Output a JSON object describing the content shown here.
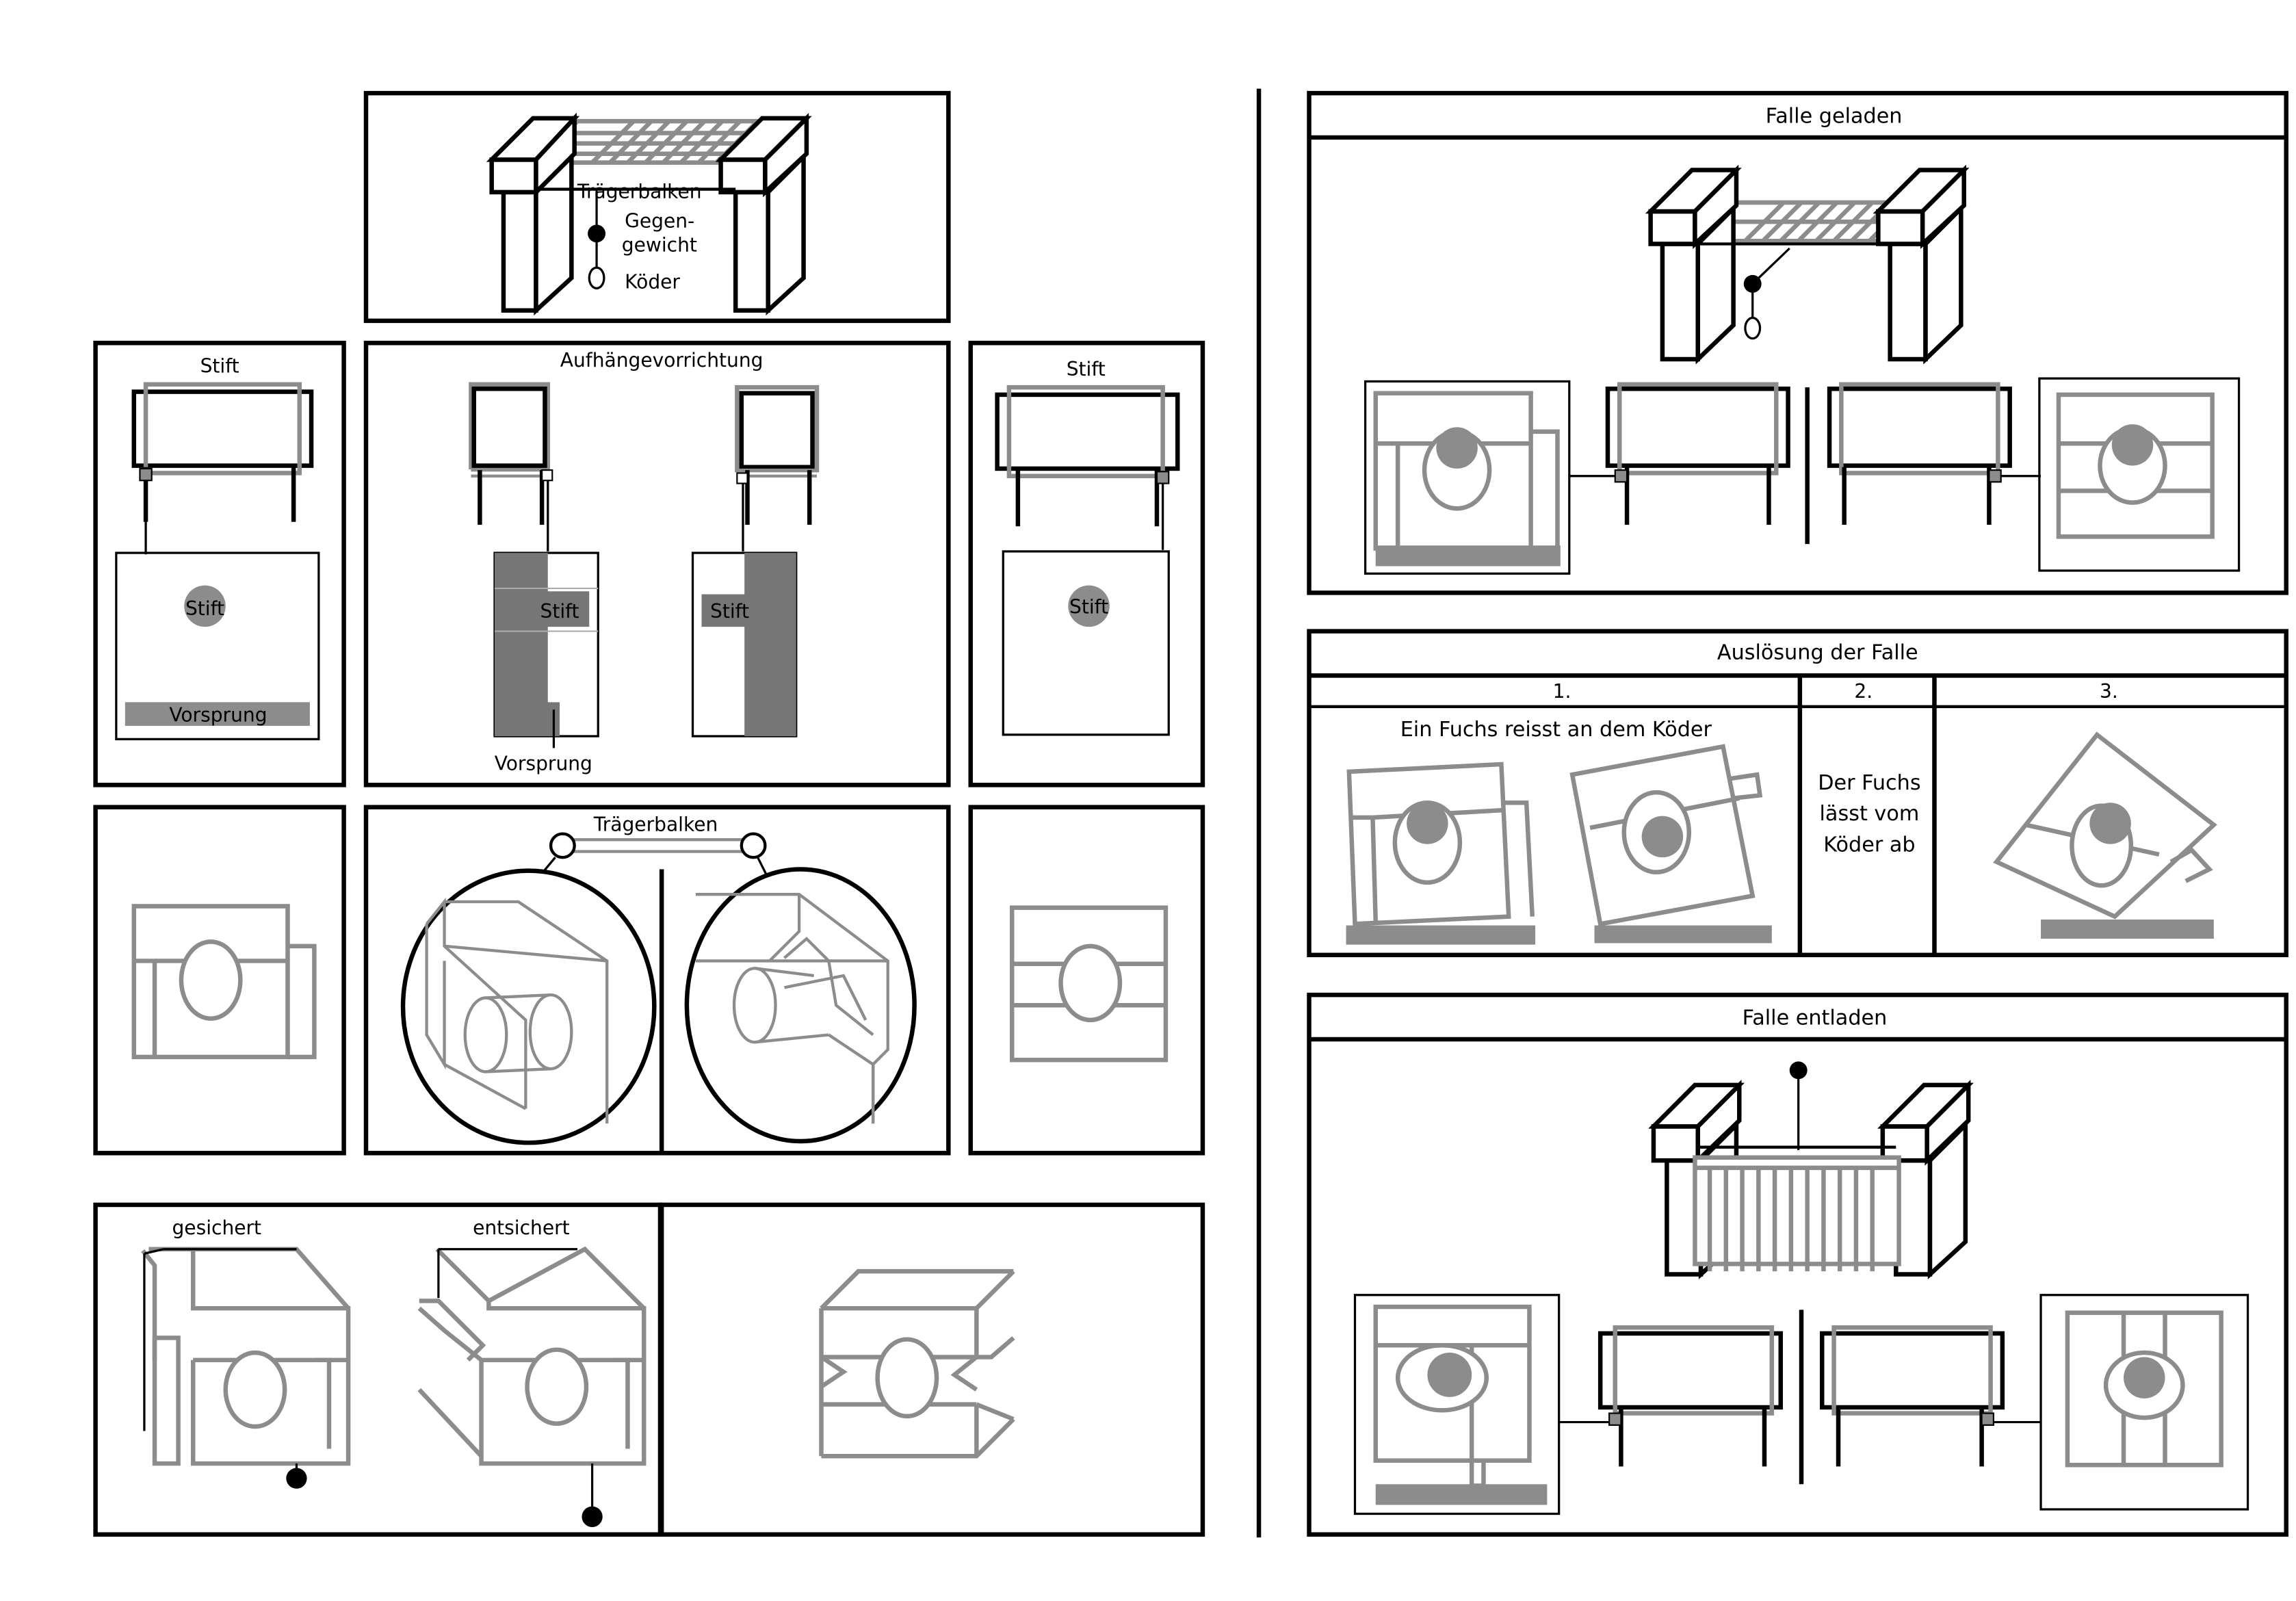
{
  "left": {
    "top_labels": {
      "traegerbalken": "Trägerbalken",
      "gegengewicht_1": "Gegen-",
      "gegengewicht_2": "gewicht",
      "koeder": "Köder"
    },
    "stift_left_title": "Stift",
    "stift_left_pin": "Stift",
    "stift_left_vorsprung": "Vorsprung",
    "aufhaenge_title": "Aufhängevorrichtung",
    "aufhaenge_stift_a": "Stift",
    "aufhaenge_stift_b": "Stift",
    "aufhaenge_vorsprung": "Vorsprung",
    "stift_right_title": "Stift",
    "stift_right_pin": "Stift",
    "traeger_detail_title": "Trägerbalken",
    "gesichert": "gesichert",
    "entsichert": "entsichert"
  },
  "right": {
    "geladen_title": "Falle geladen",
    "ausloesung_title": "Auslösung der Falle",
    "step1": "1.",
    "step2": "2.",
    "step3": "3.",
    "step1_text": "Ein Fuchs reisst an dem Köder",
    "step2_line1": "Der Fuchs",
    "step2_line2": "lässt vom",
    "step2_line3": "Köder ab",
    "entladen_title": "Falle entladen"
  },
  "colors": {
    "line": "#000000",
    "gray": "#8c8c8c",
    "dark_gray": "#767676",
    "background": "#ffffff"
  }
}
